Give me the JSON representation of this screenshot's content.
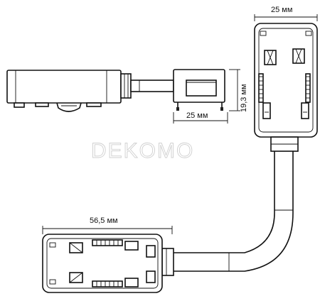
{
  "watermark": "DEKOMO",
  "dimensions": {
    "top_width": "25 мм",
    "side_height": "19,3 мм",
    "side_width": "25 мм",
    "bottom_length": "56,5 мм"
  },
  "colors": {
    "line": "#111111",
    "watermark": "#cfcfcf",
    "background": "#ffffff"
  }
}
